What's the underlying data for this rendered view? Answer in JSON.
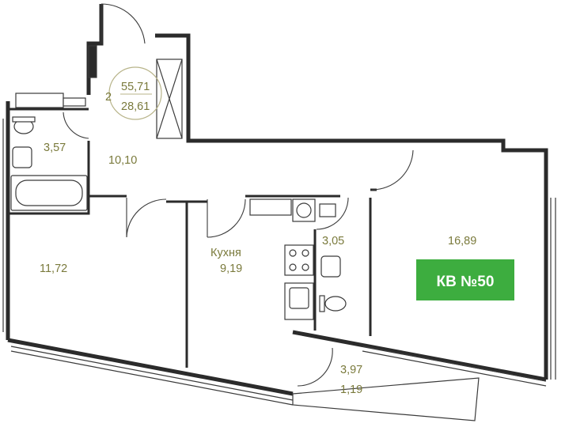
{
  "apartment": {
    "rooms_count": "2",
    "total_area": "55,71",
    "living_area": "28,61",
    "badge_label": "КВ №50",
    "badge_color": "#3dad3f"
  },
  "rooms": {
    "bathroom": {
      "area": "3,57"
    },
    "hallway": {
      "area": "10,10"
    },
    "bedroom_left": {
      "area": "11,72"
    },
    "kitchen": {
      "name": "Кухня",
      "area": "9,19"
    },
    "wc": {
      "area": "3,05"
    },
    "living_room": {
      "area": "16,89"
    },
    "balcony": {
      "area": "3,97",
      "area_coef": "1,19"
    }
  },
  "colors": {
    "label_olive": "#7a7a3c",
    "wall": "#2b2b2b"
  }
}
